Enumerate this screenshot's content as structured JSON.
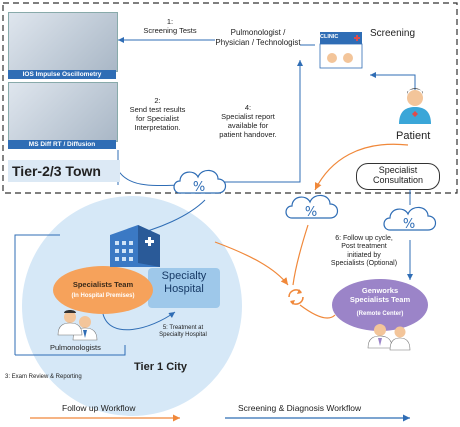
{
  "steps": {
    "s1": "1:\nScreening Tests",
    "s2": "2:\nSend test results\nfor Specialist\nInterpretation.",
    "s3": "3: Exam Review & Reporting",
    "s4": "4:\nSpecialist report\navailable for\npatient handover.",
    "s5": "5: Treatment at\nSpecialty Hospital",
    "s6": "6: Follow up cycle,\nPost treatment\ninitiated by\nSpecialists (Optional)"
  },
  "labels": {
    "technologist": "Pulmonologist /\nPhysician / Technologist",
    "screening": "Screening",
    "clinic": "CLINIC",
    "patient": "Patient",
    "specialist_consultation": "Specialist\nConsultation",
    "tier23": "Tier-2/3 Town",
    "tier1": "Tier 1 City",
    "specialists_team": "Specialists Team",
    "in_hospital": "(In Hospital Premises)",
    "specialty_hospital": "Specialty\nHospital",
    "pulmonologists": "Pulmonologists",
    "genworks_team": "Genworks\nSpecialists Team",
    "remote_center": "(Remote Center)",
    "photo1_caption": "IOS Impulse Oscillometry",
    "photo2_caption": "MS Diff RT / Diffusion"
  },
  "legend": {
    "followup": "Follow up Workflow",
    "screening": "Screening & Diagnosis Workflow"
  },
  "colors": {
    "followup_arrow": "#f0883a",
    "screening_arrow": "#2f6db5",
    "tier1_circle": "#d6e8f7",
    "specialists_ellipse": "#f6a25b",
    "genworks_ellipse": "#9b84c8",
    "specialty_box": "#9ec8ea"
  },
  "icons": {
    "cloud": "cloud-percent-icon",
    "doctor": "doctor-icon",
    "patient": "patient-icon",
    "clinic": "clinic-icon",
    "hospital": "hospital-building-icon",
    "cycle": "cycle-arrows-icon"
  }
}
